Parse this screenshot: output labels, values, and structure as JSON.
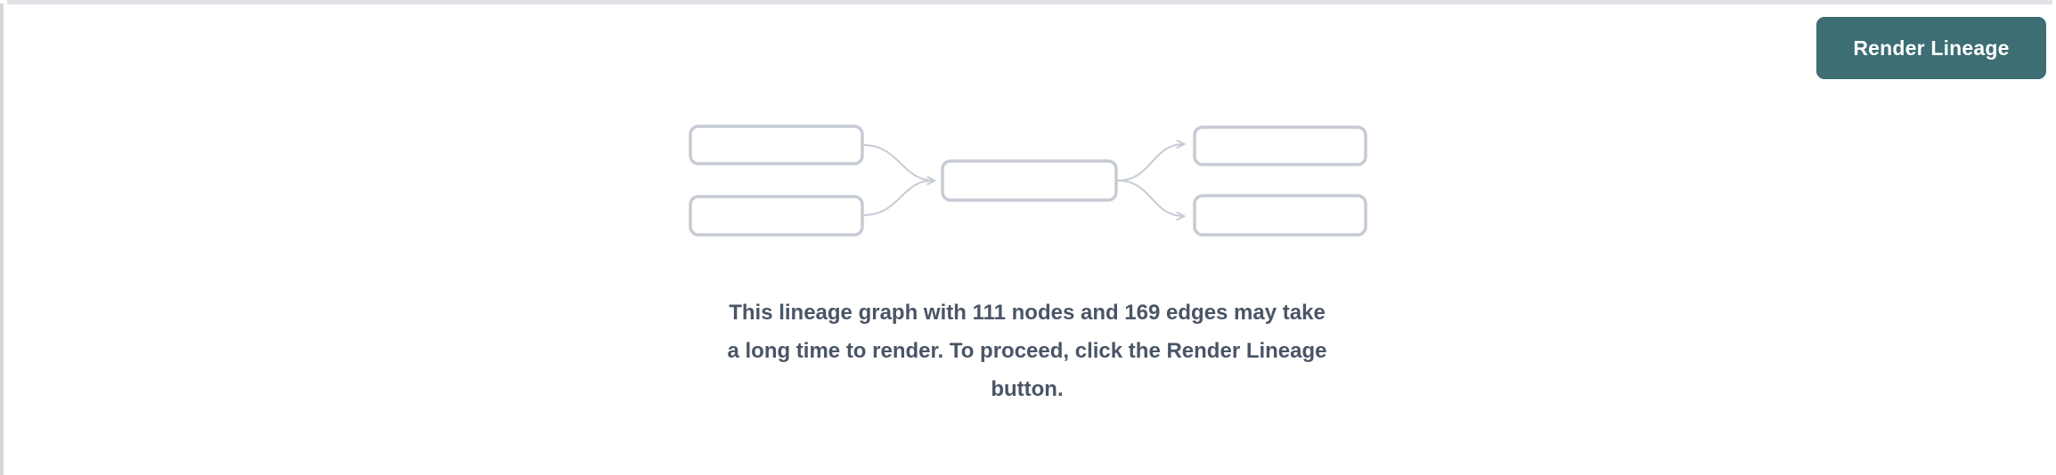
{
  "page": {
    "background": "#ffffff",
    "top_strip_color": "#e2e3e7",
    "left_border_color": "#d7d8db"
  },
  "toolbar": {
    "render_button_label": "Render Lineage",
    "render_button_bg": "#3c6e74",
    "render_button_text_color": "#ffffff"
  },
  "placeholder": {
    "message": {
      "full_text": "This lineage graph with 111 nodes and 169 edges may take a long time to render. To proceed, click the Render Lineage button.",
      "lines": [
        "This lineage graph with 111 nodes and 169 edges may take",
        "a long time to render. To proceed, click the Render Lineage",
        "button."
      ],
      "node_count": "111",
      "edge_count": "169",
      "text_color": "#4a5566"
    },
    "graphic": {
      "node_fill": "#ffffff",
      "node_border_color": "#c6cbd4",
      "edge_color": "#c6cbd4"
    }
  }
}
